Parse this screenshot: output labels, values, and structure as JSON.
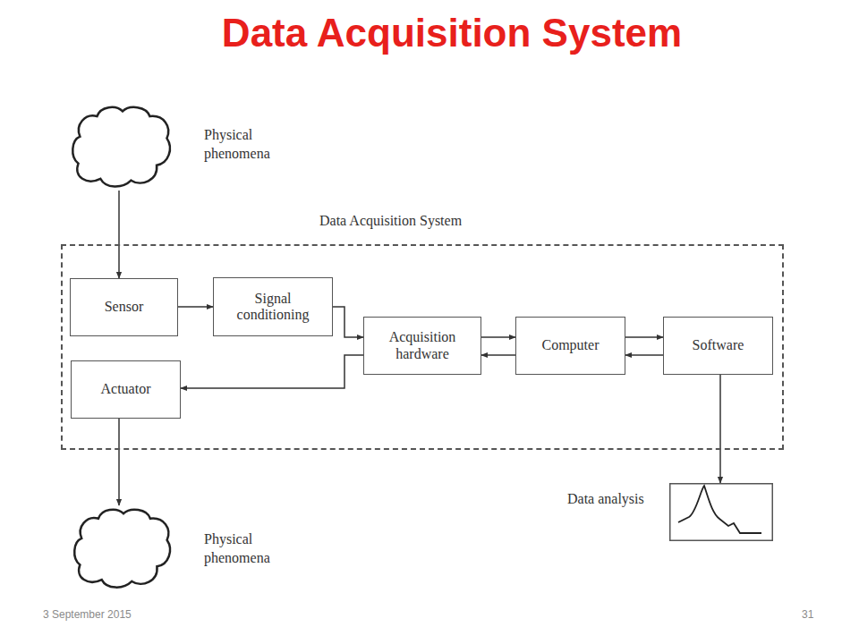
{
  "diagram": {
    "title": "Data Acquisition System",
    "nodes": [
      {
        "text": [
          "Physical phenomena"
        ]
      },
      {
        "text": [
          "Data Acquisition System"
        ]
      },
      {
        "text": [
          "Sensor"
        ],
        "in": 1
      },
      {
        "text": [
          "Signal conditioning"
        ],
        "in": 1
      },
      {
        "text": [
          "Acquisition hardware"
        ],
        "in": 1
      },
      {
        "text": [
          "Computer"
        ],
        "in": 1
      },
      {
        "text": [
          "Software"
        ],
        "in": 1
      },
      {
        "text": [
          "Actuator"
        ],
        "in": 1
      },
      {
        "text": [
          "Physical phenomena"
        ]
      },
      {
        "text": [
          "Data analysis"
        ]
      }
    ],
    "edges": [
      {
        "from": 0,
        "to": 2,
        "arrow": "to"
      },
      {
        "from": 2,
        "to": 3,
        "arrow": "to"
      },
      {
        "from": 3,
        "to": 4,
        "arrow": "to"
      },
      {
        "from": 4,
        "to": 5,
        "arrow": "to"
      },
      {
        "from": 5,
        "to": 4,
        "arrow": "to"
      },
      {
        "from": 5,
        "to": 6,
        "arrow": "to"
      },
      {
        "from": 6,
        "to": 5,
        "arrow": "to"
      },
      {
        "from": 4,
        "to": 7,
        "arrow": "to"
      },
      {
        "from": 7,
        "to": 8,
        "arrow": "to"
      },
      {
        "from": 6,
        "to": 9,
        "arrow": "to"
      }
    ],
    "labels": [
      "3 September 2015",
      "31"
    ]
  }
}
